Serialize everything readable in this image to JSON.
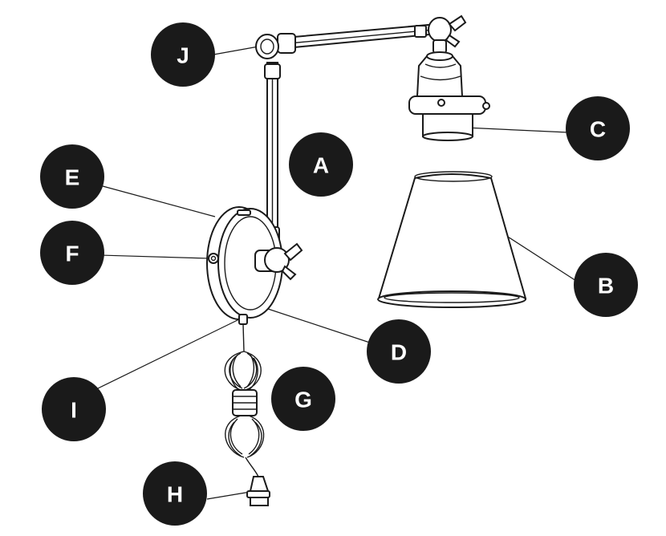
{
  "diagram": {
    "parts": [
      {
        "id": "A",
        "label": "A",
        "icon": "swing-arm-icon"
      },
      {
        "id": "B",
        "label": "B",
        "icon": "lamp-shade-icon"
      },
      {
        "id": "C",
        "label": "C",
        "icon": "bulb-socket-icon"
      },
      {
        "id": "D",
        "label": "D",
        "icon": "wall-plate-icon"
      },
      {
        "id": "E",
        "label": "E",
        "icon": "canopy-icon"
      },
      {
        "id": "F",
        "label": "F",
        "icon": "set-screw-icon"
      },
      {
        "id": "G",
        "label": "G",
        "icon": "power-cord-icon"
      },
      {
        "id": "H",
        "label": "H",
        "icon": "plug-icon"
      },
      {
        "id": "I",
        "label": "I",
        "icon": "cord-exit-icon"
      },
      {
        "id": "J",
        "label": "J",
        "icon": "elbow-joint-icon"
      }
    ],
    "colors": {
      "badge": "#1a1a1a",
      "line": "#1a1a1a",
      "background": "#ffffff"
    }
  }
}
